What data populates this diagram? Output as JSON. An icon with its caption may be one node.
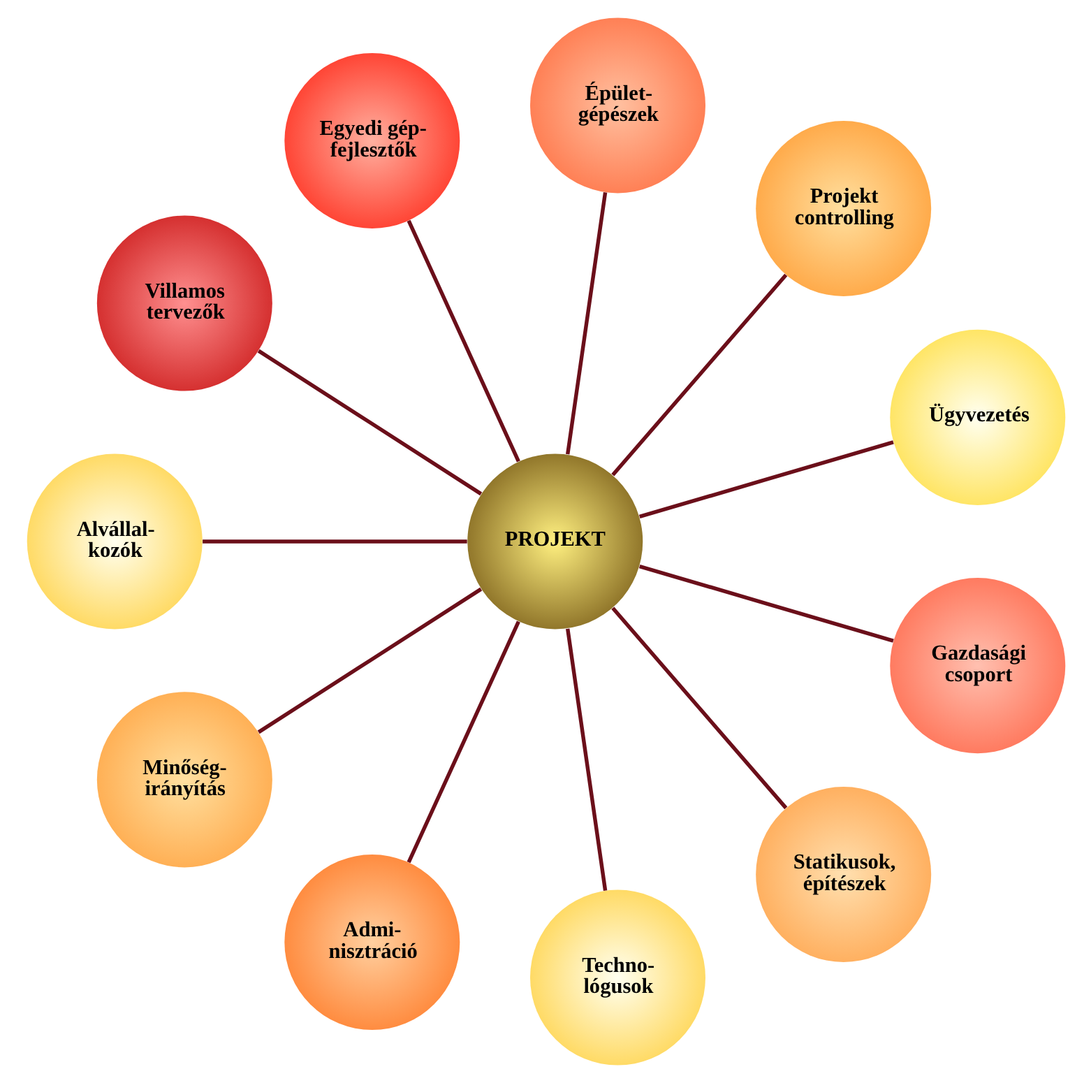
{
  "diagram": {
    "nodes": [
      {
        "text": [
          "PROJEKT"
        ]
      },
      {
        "text": [
          "Ügyvezetés"
        ]
      },
      {
        "text": [
          "Projekt controlling"
        ]
      },
      {
        "text": [
          "Épület- gépészek"
        ]
      },
      {
        "text": [
          "Egyedi gép- fejlesztők"
        ]
      },
      {
        "text": [
          "Villamos tervezők"
        ]
      },
      {
        "text": [
          "Alvállal- kozók"
        ]
      },
      {
        "text": [
          "Minőség- irányítás"
        ]
      },
      {
        "text": [
          "Admi- nisztráció"
        ]
      },
      {
        "text": [
          "Techno- lógusok"
        ]
      },
      {
        "text": [
          "Statikusok, építészek"
        ]
      },
      {
        "text": [
          "Gazdasági csoport"
        ]
      }
    ],
    "edges": [
      {
        "from": 0,
        "to": 1,
        "arrow": "none"
      },
      {
        "from": 0,
        "to": 2,
        "arrow": "none"
      },
      {
        "from": 0,
        "to": 3,
        "arrow": "none"
      },
      {
        "from": 0,
        "to": 4,
        "arrow": "none"
      },
      {
        "from": 0,
        "to": 5,
        "arrow": "none"
      },
      {
        "from": 0,
        "to": 6,
        "arrow": "none"
      },
      {
        "from": 0,
        "to": 7,
        "arrow": "none"
      },
      {
        "from": 0,
        "to": 8,
        "arrow": "none"
      },
      {
        "from": 0,
        "to": 9,
        "arrow": "none"
      },
      {
        "from": 0,
        "to": 10,
        "arrow": "none"
      },
      {
        "from": 0,
        "to": 11,
        "arrow": "none"
      }
    ]
  }
}
